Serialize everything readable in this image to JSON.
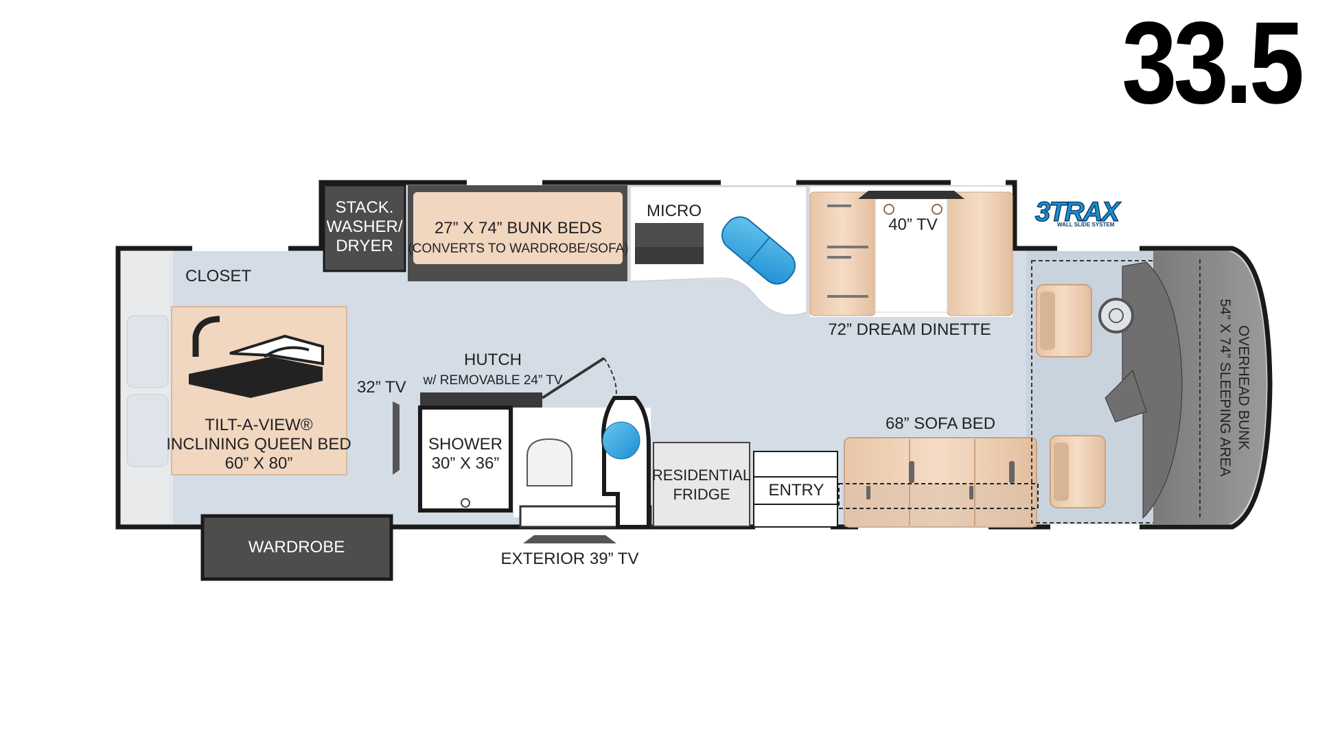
{
  "model": "33.5",
  "logo": {
    "main": "3TRAX",
    "sub": "WALL SLIDE SYSTEM"
  },
  "labels": {
    "stack_washer": [
      "STACK.",
      "WASHER/",
      "DRYER"
    ],
    "bunk_beds": "27” X 74” BUNK BEDS",
    "bunk_beds_note": "(CONVERTS TO WARDROBE/SOFA)",
    "micro": "MICRO",
    "tv_40": "40” TV",
    "dinette": "72” DREAM DINETTE",
    "closet": "CLOSET",
    "bed": [
      "TILT-A-VIEW®",
      "INCLINING QUEEN BED",
      "60” X 80”"
    ],
    "tv_32": "32” TV",
    "hutch": "HUTCH",
    "hutch_note": "w/ REMOVABLE 24” TV",
    "shower": [
      "SHOWER",
      "30” X 36”"
    ],
    "fridge": [
      "RESIDENTIAL",
      "FRIDGE"
    ],
    "entry": "ENTRY",
    "sofa_bed": "68” SOFA BED",
    "overhead_bunk": [
      "OVERHEAD BUNK",
      "54” X 74” SLEEPING AREA"
    ],
    "wardrobe": "WARDROBE",
    "exterior_tv": "EXTERIOR 39” TV"
  },
  "colors": {
    "floor": "#d4dce6",
    "wall": "#1a1a1a",
    "bed_tan": "#f1d6c0",
    "sofa_tan": "#e6c5a8",
    "dark_cabinet": "#505050",
    "light_cabinet": "#e9e9e9",
    "cab_gray": "#8d8d8d",
    "accent_blue": "#29a3dc",
    "logo_blue": "#1b8ed2"
  }
}
